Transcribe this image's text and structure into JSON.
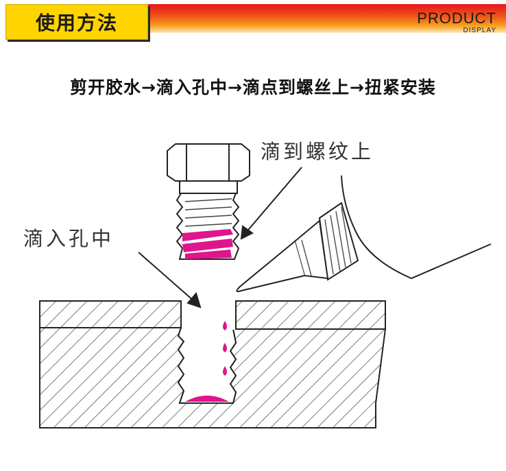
{
  "header": {
    "title": "使用方法",
    "product": "PRODUCT",
    "display": "DISPLAY"
  },
  "steps_text": "剪开胶水→滴入孔中→滴点到螺丝上→扭紧安装",
  "labels": {
    "onto_thread": "滴到螺纹上",
    "into_hole": "滴入孔中"
  },
  "colors": {
    "banner_red": "#e6141b",
    "banner_orange": "#f7a21c",
    "title_yellow": "#ffd400",
    "glue_magenta": "#e0148c",
    "line": "#222222"
  },
  "icons": [
    "bolt-icon",
    "glue-bottle-icon",
    "arrow-icon",
    "glue-drop-icon"
  ]
}
